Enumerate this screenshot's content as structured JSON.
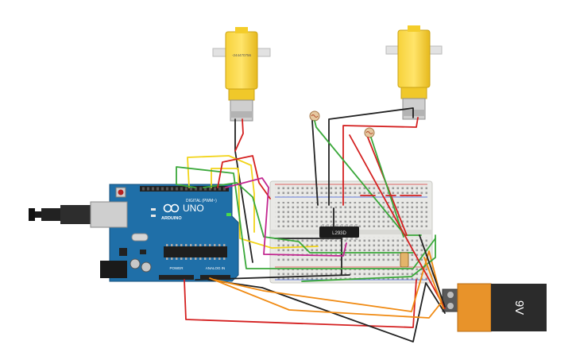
{
  "components": {
    "motor_left": {
      "label": "-244470756",
      "icon": "dc-gear-motor-icon"
    },
    "motor_right": {
      "label": "",
      "icon": "dc-gear-motor-icon"
    },
    "arduino": {
      "logo_text": "UNO",
      "brand_text": "ARDUINO",
      "digital_header": "DIGITAL (PWM~)",
      "power_label": "POWER",
      "analog_label": "ANALOG IN",
      "board_color": "#1f6fa8"
    },
    "driver_chip": {
      "label": "L293D"
    },
    "battery": {
      "label": "9V",
      "body_color": "#e8932a",
      "cap_color": "#2b2b2b"
    },
    "photoresistors": [
      {
        "icon": "photoresistor-icon"
      },
      {
        "icon": "photoresistor-icon"
      }
    ],
    "breadboard": {
      "icon": "breadboard-icon"
    }
  },
  "wire_colors": {
    "red": "#d42020",
    "black": "#222222",
    "green": "#3aa83a",
    "yellow": "#f2d41a",
    "orange": "#f08a12",
    "magenta": "#c2268f"
  }
}
